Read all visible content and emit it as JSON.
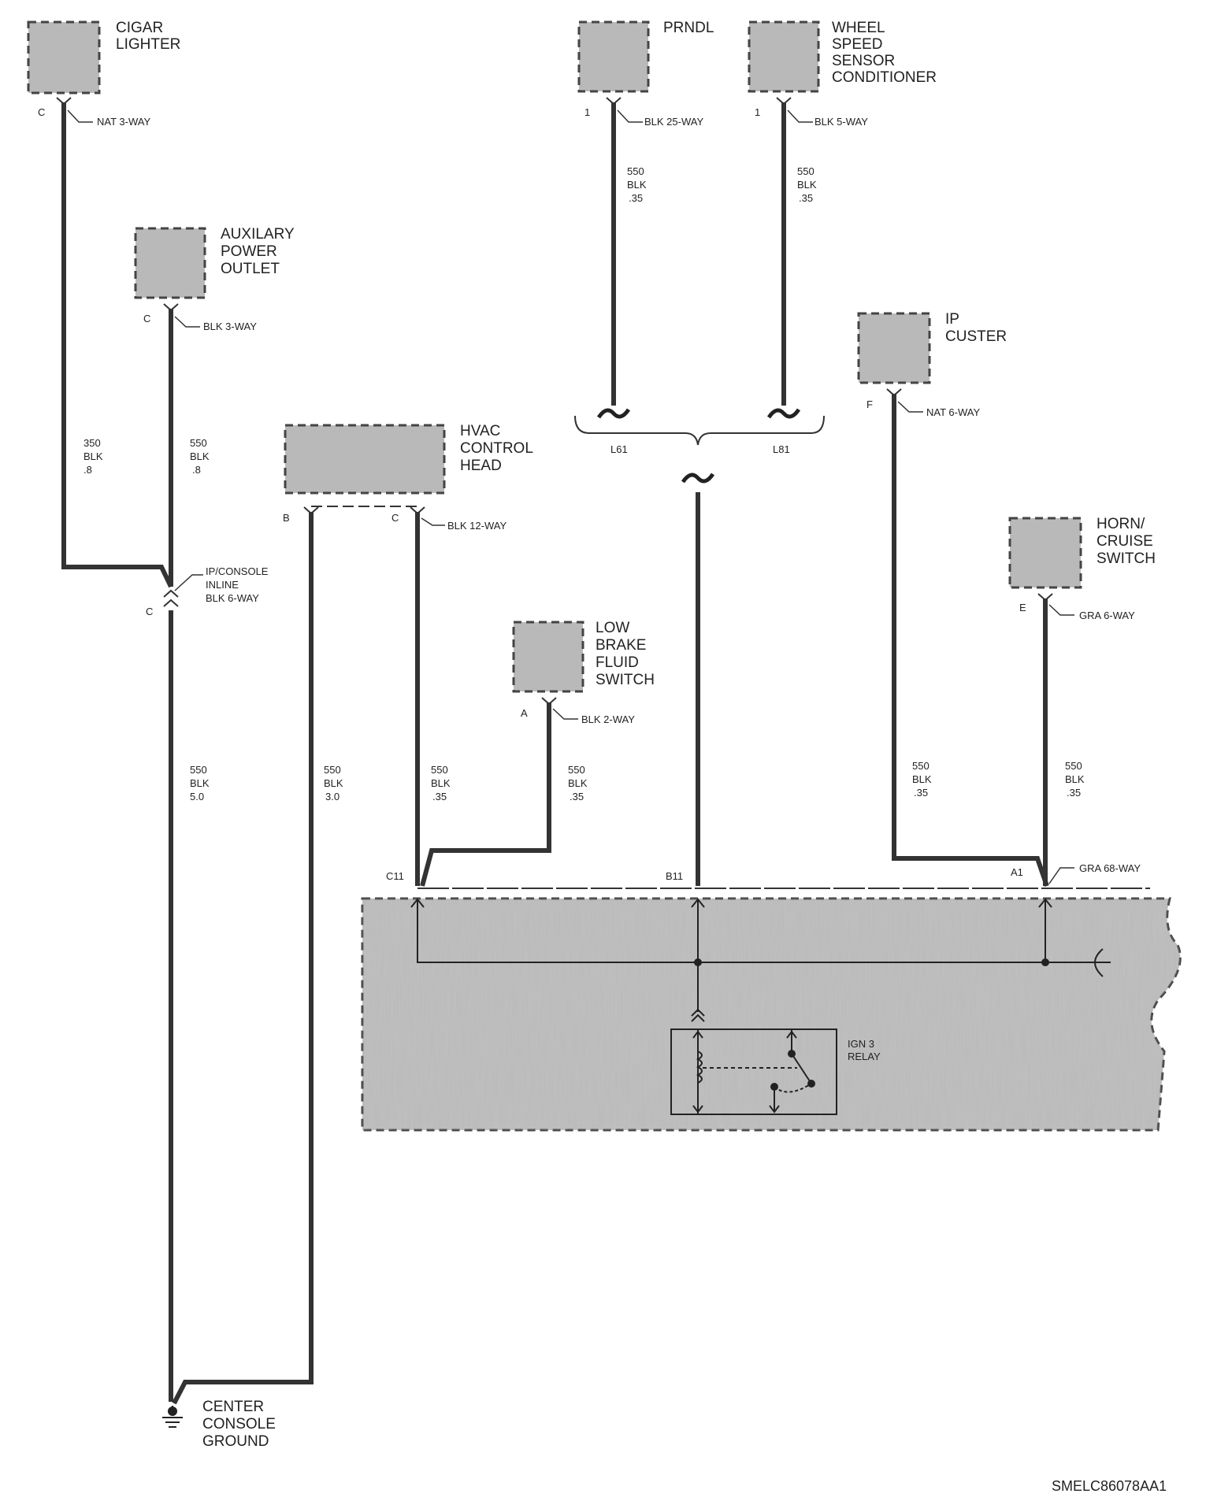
{
  "components": {
    "cigar_lighter": {
      "name": [
        "CIGAR",
        "LIGHTER"
      ],
      "pin": "C",
      "connector": "NAT 3-WAY",
      "wire": [
        "350",
        "BLK",
        ".8"
      ]
    },
    "aux_power": {
      "name": [
        "AUXILARY",
        "POWER",
        "OUTLET"
      ],
      "pin": "C",
      "connector": "BLK 3-WAY",
      "wire": [
        "550",
        "BLK",
        ".8"
      ]
    },
    "prndl": {
      "name": [
        "PRNDL"
      ],
      "pin": "1",
      "connector": "BLK 25-WAY",
      "wire": [
        "550",
        "BLK",
        ".35"
      ],
      "option": "L61"
    },
    "wheel_speed": {
      "name": [
        "WHEEL",
        "SPEED",
        "SENSOR",
        "CONDITIONER"
      ],
      "pin": "1",
      "connector": "BLK 5-WAY",
      "wire": [
        "550",
        "BLK",
        ".35"
      ],
      "option": "L81"
    },
    "ip_cluster": {
      "name": [
        "IP",
        "CUSTER"
      ],
      "pin": "F",
      "connector": "NAT 6-WAY",
      "wire": [
        "550",
        "BLK",
        ".35"
      ]
    },
    "hvac": {
      "name": [
        "HVAC",
        "CONTROL",
        "HEAD"
      ],
      "pin_b": "B",
      "pin_c": "C",
      "connector": "BLK 12-WAY",
      "wire_b": [
        "550",
        "BLK",
        "3.0"
      ],
      "wire_c": [
        "550",
        "BLK",
        ".35"
      ]
    },
    "low_brake": {
      "name": [
        "LOW",
        "BRAKE",
        "FLUID",
        "SWITCH"
      ],
      "pin": "A",
      "connector": "BLK 2-WAY",
      "wire": [
        "550",
        "BLK",
        ".35"
      ]
    },
    "horn_cruise": {
      "name": [
        "HORN/",
        "CRUISE",
        "SWITCH"
      ],
      "pin": "E",
      "connector": "GRA 6-WAY",
      "wire": [
        "550",
        "BLK",
        ".35"
      ]
    }
  },
  "inline": {
    "name": [
      "IP/CONSOLE",
      "INLINE",
      "BLK 6-WAY"
    ],
    "pin": "C",
    "wire": [
      "550",
      "BLK",
      "5.0"
    ]
  },
  "ground": {
    "name": [
      "CENTER",
      "CONSOLE",
      "GROUND"
    ]
  },
  "module": {
    "pins": [
      "C11",
      "B11",
      "A1"
    ],
    "connector": "GRA 68-WAY",
    "relay": [
      "IGN 3",
      "RELAY"
    ]
  },
  "figure_code": "SMELC86078AA1"
}
